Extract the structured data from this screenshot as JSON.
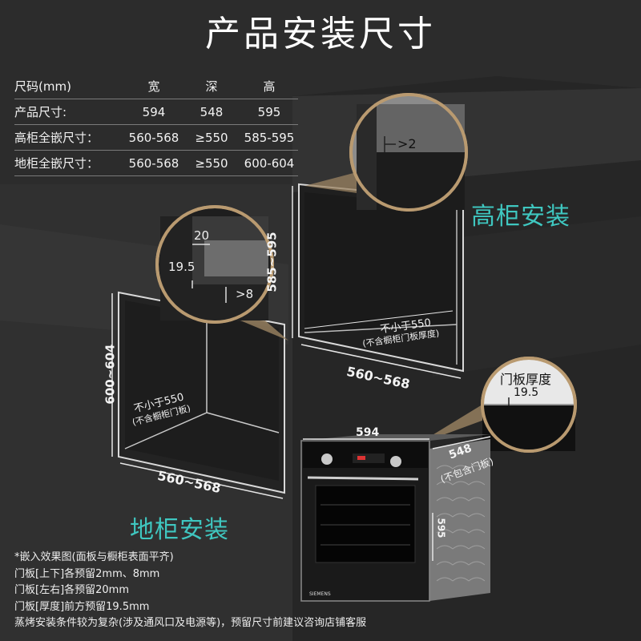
{
  "title": "产品安装尺寸",
  "spec_table": {
    "header": [
      "尺码(mm)",
      "宽",
      "深",
      "高"
    ],
    "rows": [
      [
        "产品尺寸:",
        "594",
        "548",
        "595"
      ],
      [
        "高柜全嵌尺寸：",
        "560-568",
        "≥550",
        "585-595"
      ],
      [
        "地柜全嵌尺寸：",
        "560-568",
        "≥550",
        "600-604"
      ]
    ]
  },
  "tall_cabinet": {
    "label": "高柜安装",
    "height_dim": "585~595",
    "width_dim": "560~568",
    "depth_dim": "不小于550",
    "depth_note": "(不含橱柜门板厚度)",
    "gap_top": ">2"
  },
  "base_cabinet": {
    "label": "地柜安装",
    "height_dim": "600~604",
    "width_dim": "560~568",
    "depth_dim": "不小于550",
    "depth_note": "(不含橱柜门板)",
    "gap_top": "20",
    "gap_side": "19.5",
    "gap_bottom": ">8"
  },
  "oven": {
    "width_dim": "594",
    "depth_dim": "548",
    "depth_note": "(不包含门板)",
    "height_dim": "595",
    "brand": "SIEMENS",
    "door_label": "门板厚度",
    "door_value": "19.5"
  },
  "notes": [
    "*嵌入效果图(面板与橱柜表面平齐)",
    "门板[上下]各预留2mm、8mm",
    "门板[左右]各预留20mm",
    "门板[厚度]前方预留19.5mm",
    "蒸烤安装条件较为复杂(涉及通风口及电源等)，预留尺寸前建议咨询店铺客服"
  ],
  "colors": {
    "accent": "#3fc7c0",
    "background": "#2e2e2e",
    "callout_ring": "#b99a70"
  }
}
